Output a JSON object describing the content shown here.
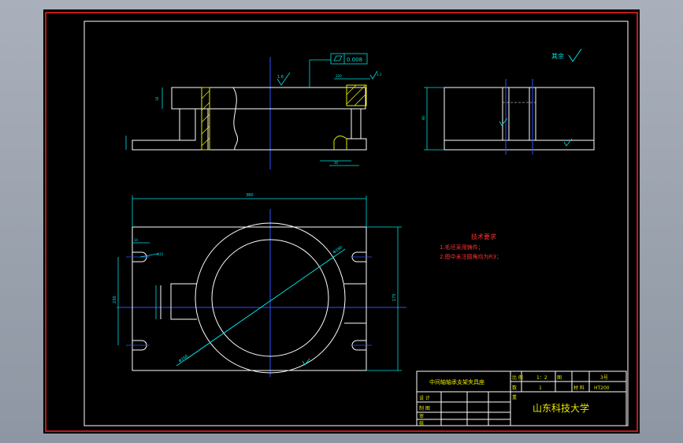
{
  "drawing": {
    "tolerance_box": "0.008",
    "roughness_note": "其余",
    "roughness_value_main": "1.6",
    "roughness_value_small": "3.2",
    "dims": {
      "plan_width": "380",
      "plan_height": "175",
      "plan_left_height": "230",
      "plan_slot": "14",
      "plan_circle": "Φ260",
      "plan_circle2": "Φ280",
      "plan_hole": "Φ15",
      "side_height": "80",
      "front_top": "220",
      "front_step": "18",
      "front_bottom": "30"
    }
  },
  "notes": {
    "title": "技术要求",
    "items": [
      "1.毛坯采用铸件；",
      "2.图中未注圆角均为R3；"
    ]
  },
  "title_block": {
    "part_name": "中间轴轴承支架夹具座",
    "scale_label": "比 例",
    "scale_value": "1：2",
    "drawing_label": "图",
    "drawing_value": "3号",
    "qty_label": "数",
    "qty_value": "1",
    "material_label": "材 料",
    "material_value": "HT200",
    "weight_label": "重",
    "design_label": "设 计",
    "draw_label": "制 图",
    "review_label": "审",
    "approve_label": "核",
    "school": "山东科技大学"
  }
}
